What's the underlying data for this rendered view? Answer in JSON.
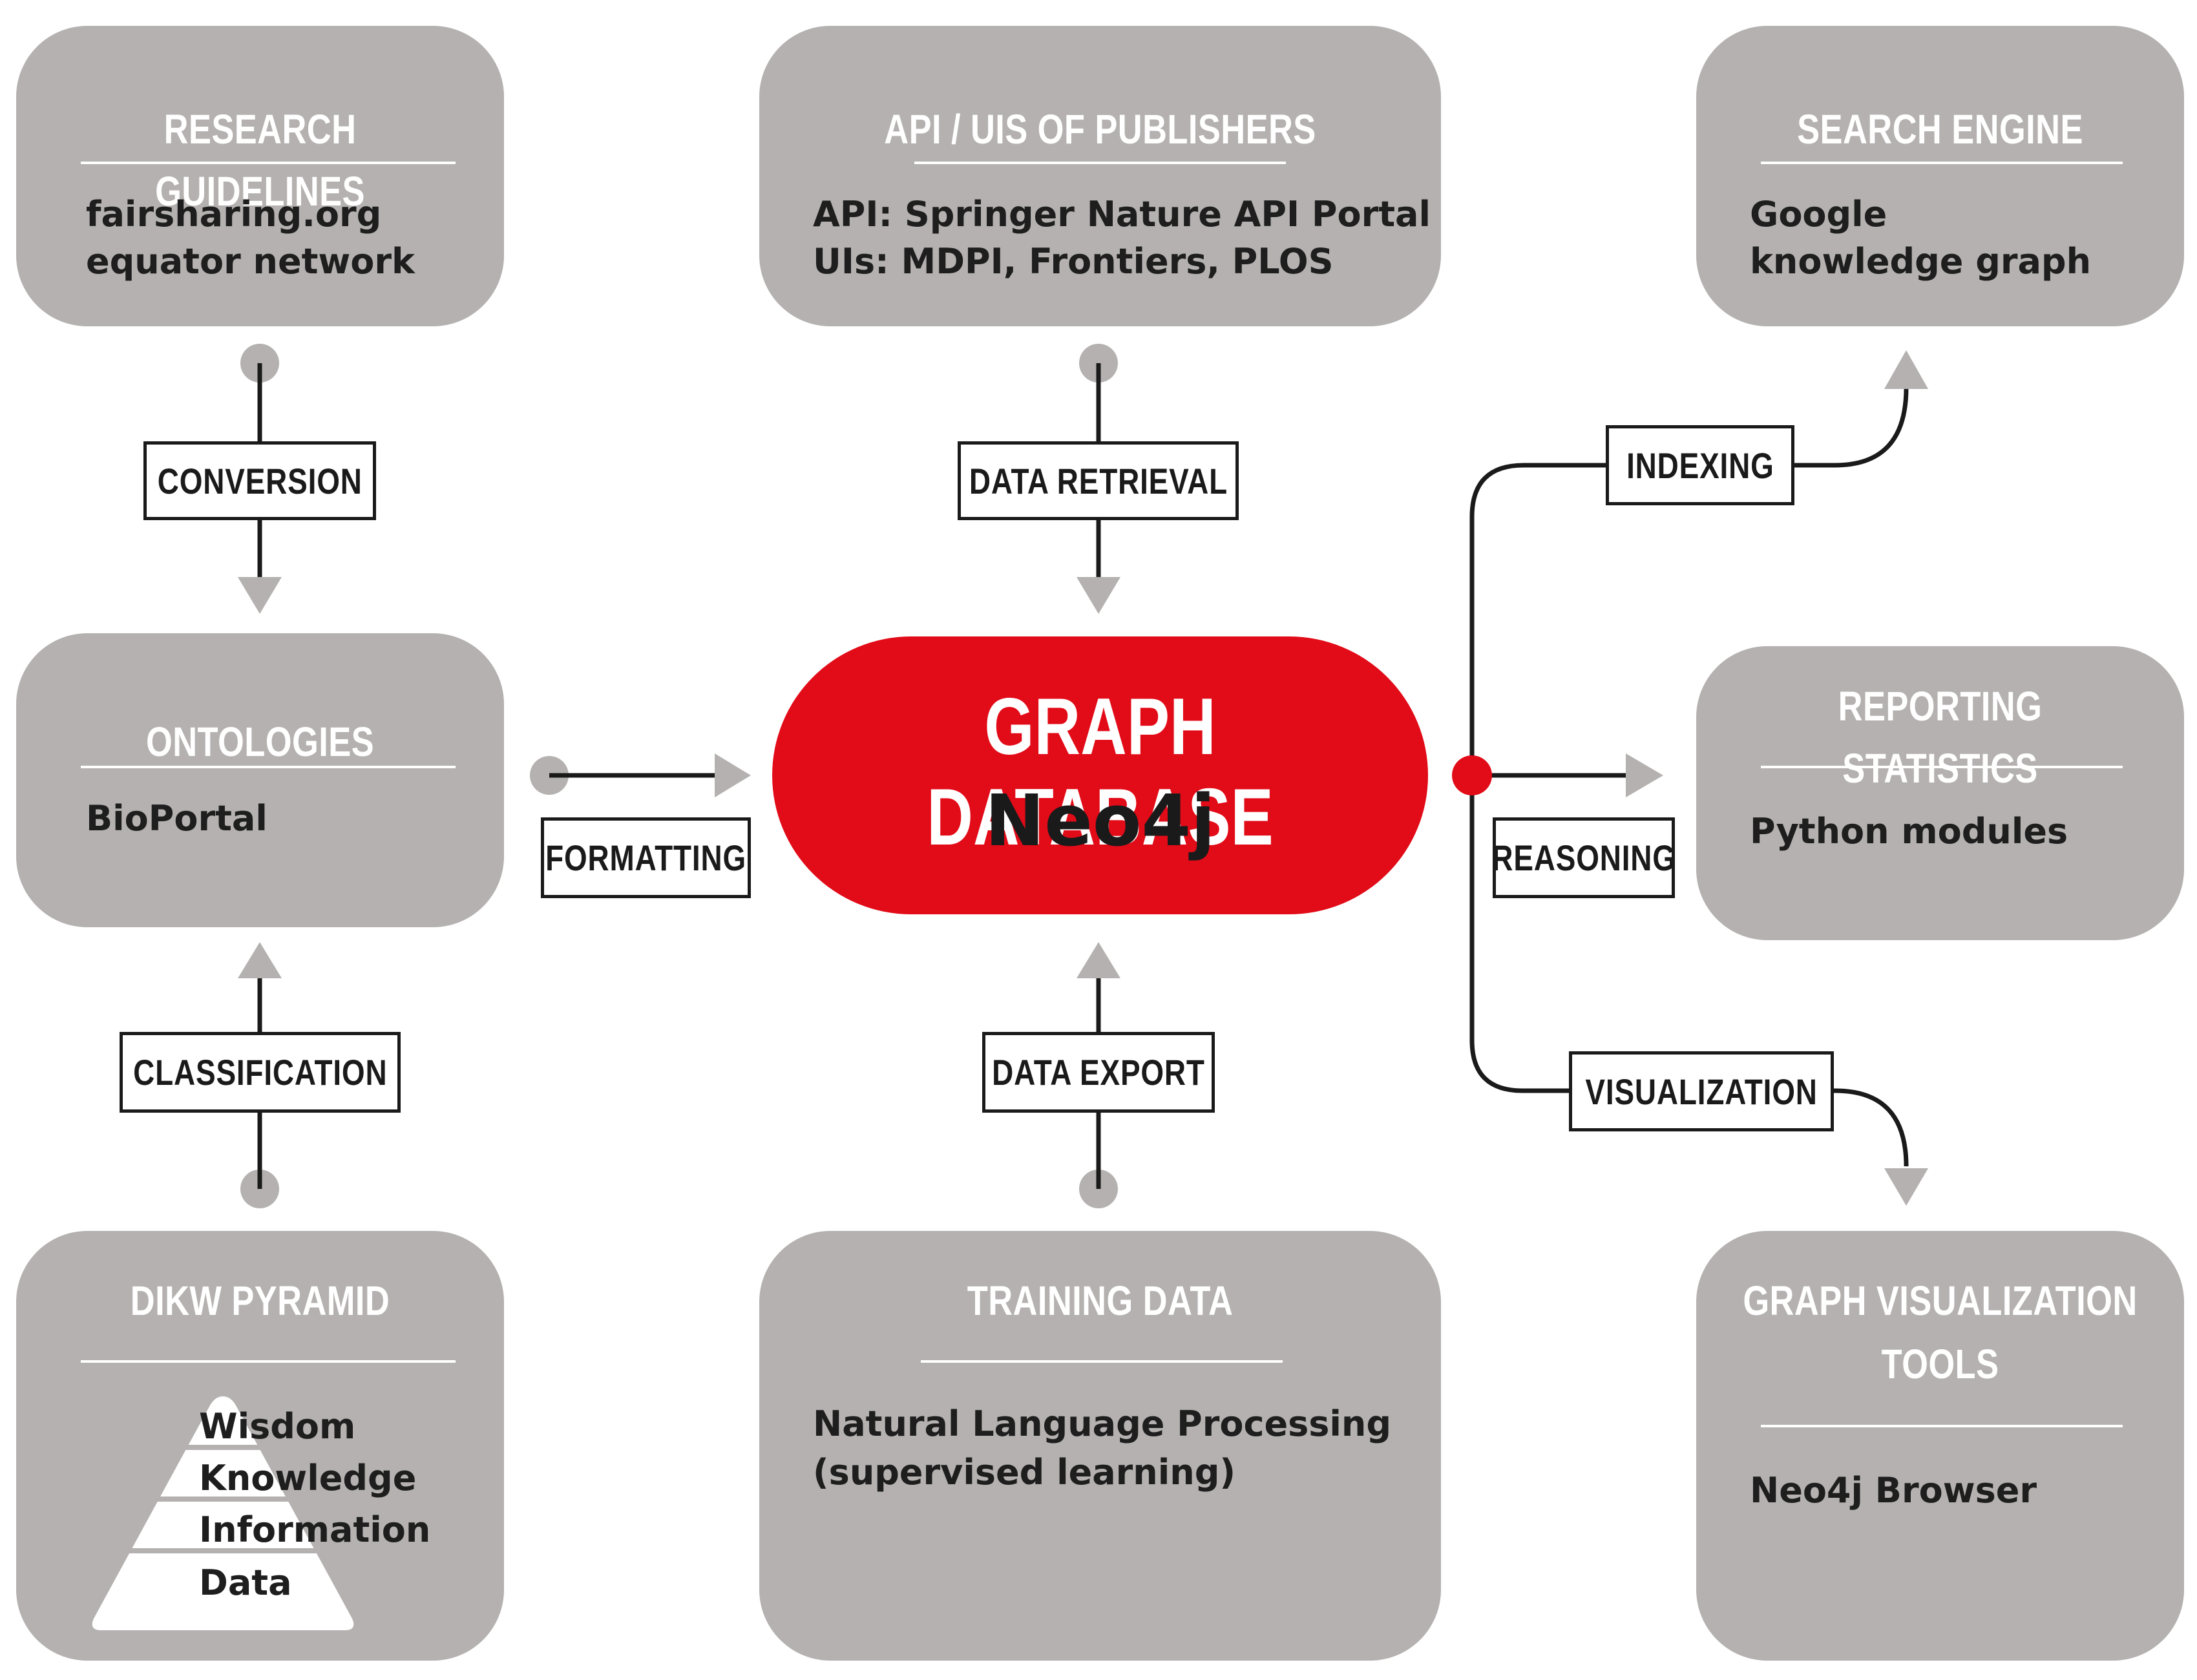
{
  "cards": {
    "research_guidelines": {
      "title": "RESEARCH GUIDELINES",
      "lines": [
        "fairsharing.org",
        "equator network"
      ]
    },
    "publishers": {
      "title": "API / UIs OF PUBLISHERS",
      "lines": [
        "API: Springer Nature API Portal",
        "UIs: MDPI, Frontiers, PLOS"
      ]
    },
    "search_engine": {
      "title": "SEARCH ENGINE",
      "lines": [
        "Google",
        "knowledge graph"
      ]
    },
    "ontologies": {
      "title": "ONTOLOGIES",
      "lines": [
        "BioPortal"
      ]
    },
    "reporting_statistics": {
      "title": "REPORTING STATISTICS",
      "lines": [
        "Python modules"
      ]
    },
    "dikw_pyramid": {
      "title": "DIKW PYRAMID",
      "pyramid": [
        "Wisdom",
        "Knowledge",
        "Information",
        "Data"
      ]
    },
    "training_data": {
      "title": "TRAINING DATA",
      "lines": [
        "Natural Language Processing",
        "(supervised learning)"
      ]
    },
    "graph_viz_tools": {
      "title_lines": [
        "GRAPH VISUALIZATION",
        "TOOLS"
      ],
      "lines": [
        "Neo4j Browser"
      ]
    }
  },
  "center": {
    "title": "GRAPH DATABASE",
    "subtitle": "Neo4j"
  },
  "labels": {
    "conversion": "CONVERSION",
    "data_retrieval": "DATA RETRIEVAL",
    "indexing": "INDEXING",
    "formatting": "FORMATTING",
    "reasoning": "REASONING",
    "classification": "CLASSIFICATION",
    "data_export": "DATA EXPORT",
    "visualization": "VISUALIZATION"
  },
  "colors": {
    "card_fill": "#b4b1b0",
    "center_fill": "#e20b18",
    "connector": "#1a1a1a",
    "endpoint": "#b4b1b0",
    "hub_dot": "#e20b18"
  }
}
